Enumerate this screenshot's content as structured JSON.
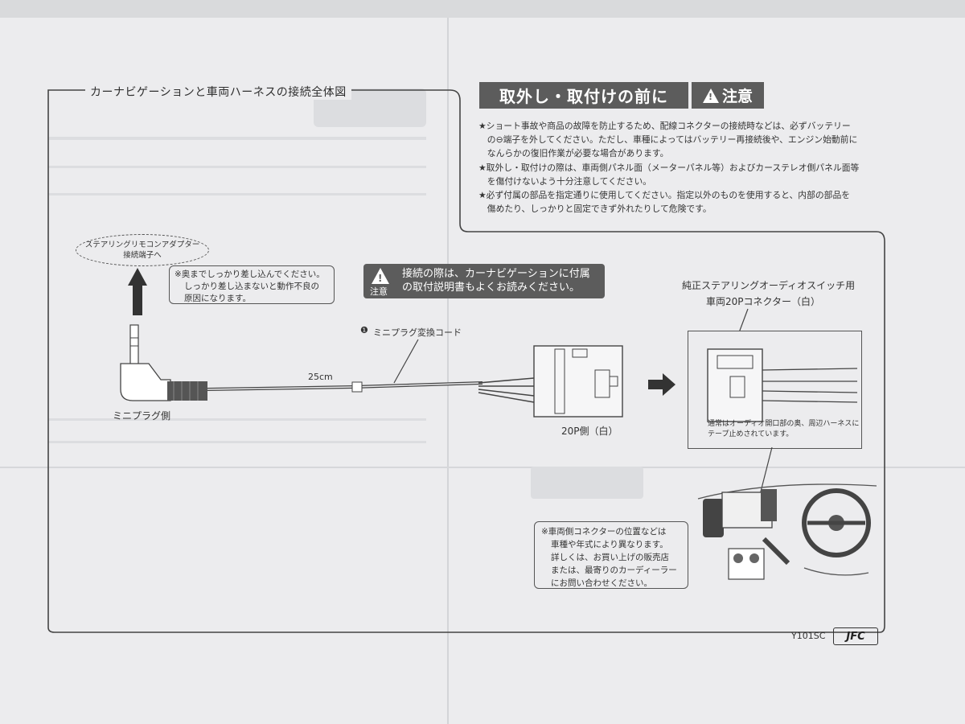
{
  "diagram": {
    "title": "カーナビゲーションと車両ハーネスの接続全体図",
    "steering_adapter_label_1": "ステアリングリモコンアダプター",
    "steering_adapter_label_2": "接続端子へ",
    "insert_note_1": "※奥までしっかり差し込んでください。",
    "insert_note_2": "しっかり差し込まないと動作不良の",
    "insert_note_3": "原因になります。",
    "warning_line_1": "接続の際は、カーナビゲーションに付属",
    "warning_line_2": "の取付説明書もよくお読みください。",
    "warning_label": "注意",
    "cord_number": "❶",
    "cord_label": "ミニプラグ変換コード",
    "cord_length": "25cm",
    "mini_plug_side": "ミニプラグ側",
    "connector_side": "20P側（白）",
    "genuine_switch_label_1": "純正ステアリングオーディオスイッチ用",
    "genuine_switch_label_2": "車両20Pコネクター（白）",
    "detail_note_1": "通常はオーディオ開口部の奥、周辺ハーネスに",
    "detail_note_2": "テープ止めされています。",
    "car_note_1": "※車両側コネクターの位置などは",
    "car_note_2": "車種や年式により異なります。",
    "car_note_3": "詳しくは、お買い上げの販売店",
    "car_note_4": "または、最寄りのカーディーラー",
    "car_note_5": "にお問い合わせください。"
  },
  "caution": {
    "heading": "取外し・取付けの前に",
    "badge": "注意",
    "lines": [
      "★ショート事故や商品の故障を防止するため、配線コネクターの接続時などは、必ずバッテリー",
      "　の⊖端子を外してください。ただし、車種によってはバッテリー再接続後や、エンジン始動前に",
      "　なんらかの復旧作業が必要な場合があります。",
      "★取外し・取付けの際は、車両側パネル面（メーターパネル等）およびカーステレオ側パネル面等",
      "　を傷付けないよう十分注意してください。",
      "★必ず付属の部品を指定通りに使用してください。指定以外のものを使用すると、内部の部品を",
      "　傷めたり、しっかりと固定できず外れたりして危険です。"
    ]
  },
  "footer": {
    "model_code": "Y101SC",
    "brand": "JFC"
  },
  "colors": {
    "paper": "#ececee",
    "ink": "#333333",
    "label_bg": "#5c5c5c"
  }
}
